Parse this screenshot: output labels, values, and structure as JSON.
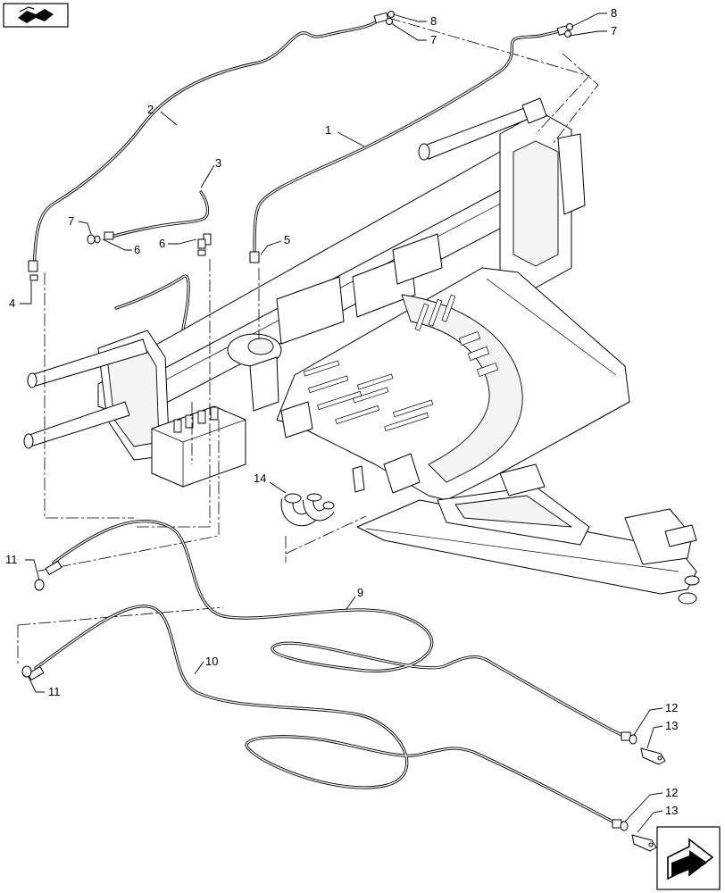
{
  "diagram": {
    "icons": {
      "top_left": "book-arrow-icon",
      "bottom_right": "next-page-arrow-icon"
    },
    "callouts": [
      {
        "id": "c1",
        "text": "1"
      },
      {
        "id": "c2",
        "text": "2"
      },
      {
        "id": "c3",
        "text": "3"
      },
      {
        "id": "c4",
        "text": "4"
      },
      {
        "id": "c5",
        "text": "5"
      },
      {
        "id": "c6a",
        "text": "6"
      },
      {
        "id": "c6b",
        "text": "6"
      },
      {
        "id": "c7a",
        "text": "7"
      },
      {
        "id": "c7b",
        "text": "7"
      },
      {
        "id": "c7c",
        "text": "7"
      },
      {
        "id": "c8a",
        "text": "8"
      },
      {
        "id": "c8b",
        "text": "8"
      },
      {
        "id": "c9",
        "text": "9"
      },
      {
        "id": "c10",
        "text": "10"
      },
      {
        "id": "c11a",
        "text": "11"
      },
      {
        "id": "c11b",
        "text": "11"
      },
      {
        "id": "c12a",
        "text": "12"
      },
      {
        "id": "c12b",
        "text": "12"
      },
      {
        "id": "c13a",
        "text": "13"
      },
      {
        "id": "c13b",
        "text": "13"
      },
      {
        "id": "c14",
        "text": "14"
      }
    ]
  }
}
